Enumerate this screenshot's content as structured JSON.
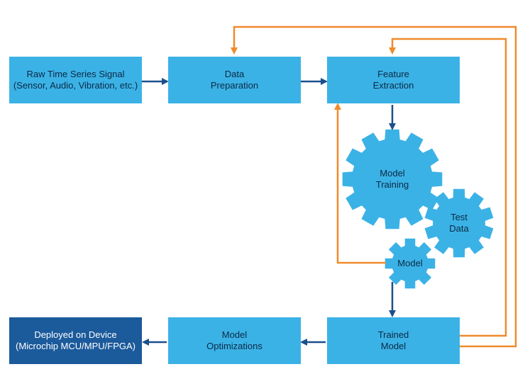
{
  "boxes": {
    "raw_signal": {
      "line1": "Raw Time Series Signal",
      "line2": "(Sensor, Audio, Vibration, etc.)"
    },
    "data_prep": {
      "line1": "Data",
      "line2": "Preparation"
    },
    "feature_extraction": {
      "line1": "Feature",
      "line2": "Extraction"
    },
    "trained_model": {
      "line1": "Trained",
      "line2": "Model"
    },
    "model_optimizations": {
      "line1": "Model",
      "line2": "Optimizations"
    },
    "deployed": {
      "line1": "Deployed on Device",
      "line2": "(Microchip MCU/MPU/FPGA)"
    }
  },
  "gears": {
    "model_training": {
      "line1": "Model",
      "line2": "Training"
    },
    "test_data": {
      "line1": "Test",
      "line2": "Data"
    },
    "model": {
      "line1": "Model"
    }
  },
  "colors": {
    "box_light": "#3bb2e6",
    "box_dark": "#1b5a9b",
    "arrow_blue": "#1b4f8c",
    "arrow_orange": "#ef8b2c"
  }
}
